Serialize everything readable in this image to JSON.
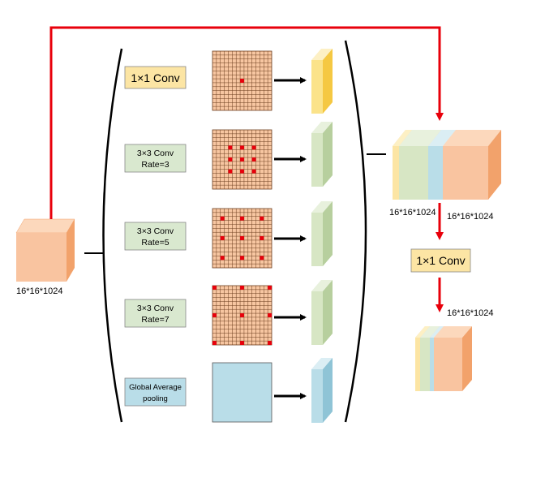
{
  "input_block": {
    "label": "16*16*1024",
    "colors": {
      "front": "#f9c4a0",
      "top": "#fcd8bc",
      "side": "#f2a26b"
    }
  },
  "branches": [
    {
      "id": "conv1x1",
      "label_lines": [
        "1×1 Conv"
      ],
      "box_color": "#fce5a4",
      "fill": "#fce5a4",
      "kind": "grid",
      "dots": "center",
      "output_color": "#fbe38a",
      "output_side": "#f5c842"
    },
    {
      "id": "conv3x3-r3",
      "label_lines": [
        "3×3 Conv",
        "Rate=3"
      ],
      "box_color": "#d9e8cf",
      "kind": "grid",
      "dots": "rate3",
      "output_color": "#d7e6c4",
      "output_side": "#b7cf9e"
    },
    {
      "id": "conv3x3-r5",
      "label_lines": [
        "3×3 Conv",
        "Rate=5"
      ],
      "box_color": "#d9e8cf",
      "kind": "grid",
      "dots": "rate5",
      "output_color": "#d7e6c4",
      "output_side": "#b7cf9e"
    },
    {
      "id": "conv3x3-r7",
      "label_lines": [
        "3×3 Conv",
        "Rate=7"
      ],
      "box_color": "#d9e8cf",
      "kind": "grid",
      "dots": "rate7",
      "output_color": "#d7e6c4",
      "output_side": "#b7cf9e"
    },
    {
      "id": "global-pool",
      "label_lines": [
        "Global Average",
        "pooling"
      ],
      "box_color": "#b9dde8",
      "kind": "plain",
      "dots": "none",
      "output_color": "#b9dde8",
      "output_side": "#8fc4d6"
    }
  ],
  "grid_colors": {
    "fill": "#f7c6a1",
    "line": "#6b3d1e",
    "dot": "#e8000b"
  },
  "concat_block": {
    "label_left": "16*16*1024",
    "label_right": "16*16*1024",
    "slices": [
      "#fce5a4",
      "#d7e6c4",
      "#b9dde8",
      "#f9c4a0"
    ]
  },
  "final_conv": {
    "label": "1×1 Conv",
    "box_color": "#fce5a4"
  },
  "output_block": {
    "label": "16*16*1024"
  },
  "arrow_colors": {
    "skip": "#e8000b",
    "main": "#000000"
  }
}
